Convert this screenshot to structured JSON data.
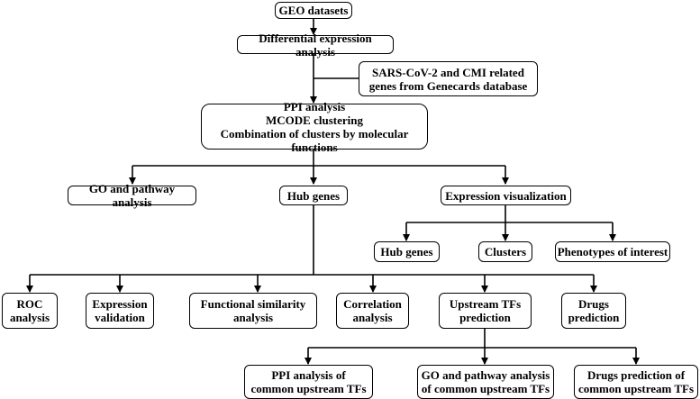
{
  "boxes": {
    "geo": "GEO datasets",
    "dea": "Differential expression analysis",
    "sars": "SARS-CoV-2 and CMI related\ngenes from Genecards database",
    "ppi": "PPI analysis\nMCODE clustering\nCombination of clusters by molecular functions",
    "go": "GO and pathway analysis",
    "hub": "Hub genes",
    "expvis": "Expression visualization",
    "hub2": "Hub genes",
    "clusters": "Clusters",
    "phenotypes": "Phenotypes of interest",
    "roc": "ROC\nanalysis",
    "expval": "Expression\nvalidation",
    "funcsim": "Functional similarity\nanalysis",
    "corr": "Correlation\nanalysis",
    "upstream": "Upstream TFs\nprediction",
    "drugs": "Drugs\nprediction",
    "ppi_tf": "PPI analysis of\ncommon upstream TFs",
    "go_tf": "GO and pathway analysis\nof common upstream TFs",
    "drugs_tf": "Drugs prediction of\ncommon upstream TFs"
  }
}
